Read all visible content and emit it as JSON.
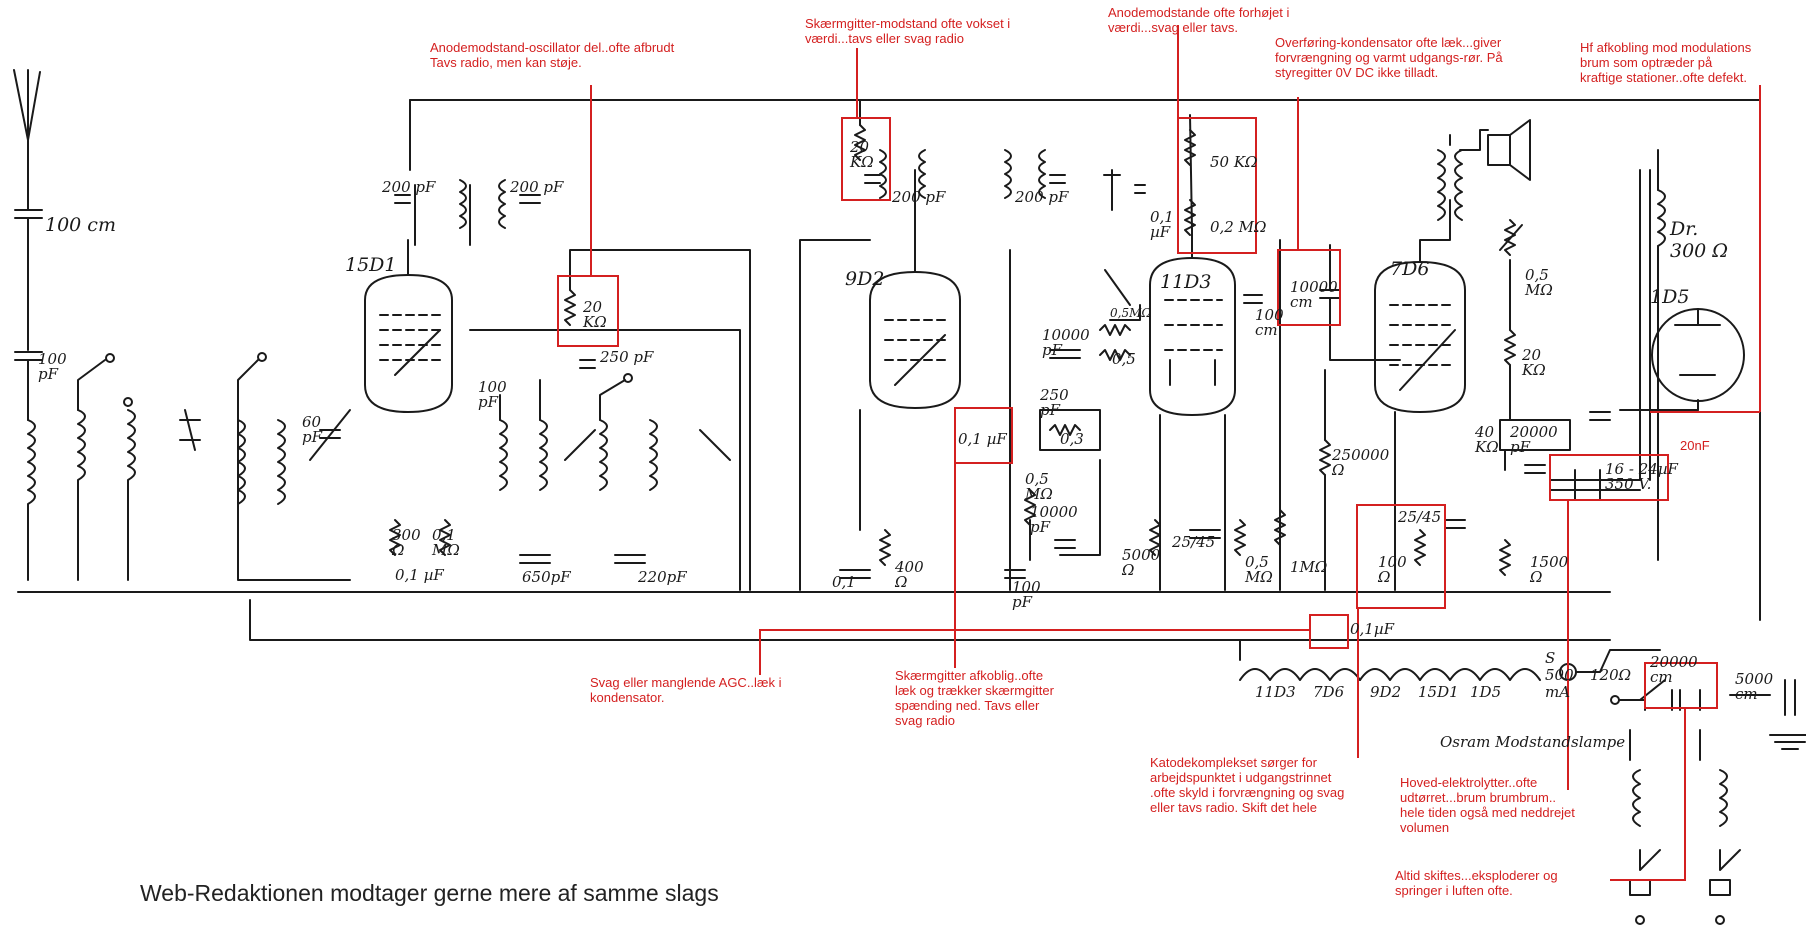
{
  "schematic": {
    "tubes": [
      "15D1",
      "9D2",
      "11D3",
      "7D6",
      "1D5"
    ],
    "component_labels": {
      "antenna_cap": "100 cm",
      "c_100pf": "100\npF",
      "c_200pf_a": "200 pF",
      "c_200pf_b": "200 pF",
      "r_20k_osc": "20\nKΩ",
      "c_250pf_a": "250 pF",
      "c_100pf_b": "100\npF",
      "c_60pf": "60\npF",
      "r_300": "300\nΩ",
      "r_01m": "0,1\nMΩ",
      "c_01uf_a": "0,1 µF",
      "c_650pf": "650pF",
      "c_220pf": "220pF",
      "r_20k_screen": "20\nKΩ",
      "c_200pf_c": "200 pF",
      "c_200pf_d": "200 pF",
      "c_01_b": "0,1",
      "r_400": "400\nΩ",
      "c_01uf_c": "0,1 µF",
      "c_10000pf": "10000\npF",
      "r_05m_a": "0,5MΩ",
      "r_05": "0,5",
      "c_250pf_b": "250\npF",
      "r_03": "0,3",
      "r_05m_b": "0,5\nMΩ",
      "c_10000pf_b": "10000\npF",
      "c_100pf_c": "100\npF",
      "c_01uf_d": "0,1\nµF",
      "r_50k": "50 KΩ",
      "r_02m": "0,2 MΩ",
      "c_10000cm": "10000\ncm",
      "c_100cm": "100\ncm",
      "r_5000": "5000\nΩ",
      "c_25_45_a": "25/45",
      "r_05m_c": "0,5\nMΩ",
      "r_1m": "1MΩ",
      "r_250000": "250000\nΩ",
      "r_100": "100\nΩ",
      "c_25_45_b": "25/45",
      "r_05m_d": "0,5\nMΩ",
      "r_20k_b": "20\nKΩ",
      "r_40k": "40\nKΩ",
      "c_20000pf": "20000\npF",
      "r_1500": "1500\nΩ",
      "choke": "Dr.\n300 Ω",
      "elko": "16 - 24µF\n350 V.",
      "c_01uf_e": "0,1µF",
      "r_120": "120Ω",
      "c_20000cm": "20000\ncm",
      "c_5000cm": "5000\ncm",
      "fuse": "S\n500\nmA",
      "heater_chain": [
        "11D3",
        "7D6",
        "9D2",
        "15D1",
        "1D5"
      ],
      "lamp": "Osram Modstandslampe"
    },
    "extra_label": "20nF"
  },
  "annotations": {
    "osc_resistor": "Anodemodstand-oscillator del..ofte afbrudt\nTavs radio, men kan støje.",
    "screen_resistor": "Skærmgitter-modstand ofte vokset i\nværdi...tavs eller svag radio",
    "anode_resistors": "Anodemodstande ofte forhøjet i\nværdi...svag eller tavs.",
    "coupling_cap": "Overføring-kondensator ofte læk...giver\nforvrængning og varmt udgangs-rør. På\nstyregitter 0V  DC ikke tilladt.",
    "hf_decoupling": "Hf afkobling mod modulations\nbrum som optræder på\nkraftige stationer..ofte defekt.",
    "agc": "Svag eller manglende AGC..læk i\nkondensator.",
    "screen_decoupling": "Skærmgitter afkoblig..ofte\nlæk og trækker skærmgitter\nspænding ned. Tavs eller\nsvag radio",
    "cathode_complex": "Katodekomplekset sørger for\narbejdspunktet i udgangstrinnet\n.ofte skyld i forvrængning og svag\neller tavs radio. Skift det hele",
    "main_electrolytic": "Hoved-elektrolytter..ofte\nudtørret...brum brumbrum..\nhele tiden også med neddrejet\nvolumen",
    "always_replace": "Altid skiftes...eksploderer og\nspringer i luften ofte."
  },
  "footer": "Web-Redaktionen modtager gerne mere af samme slags",
  "colors": {
    "ink": "#1a1a1a",
    "annotation": "#d42020"
  }
}
